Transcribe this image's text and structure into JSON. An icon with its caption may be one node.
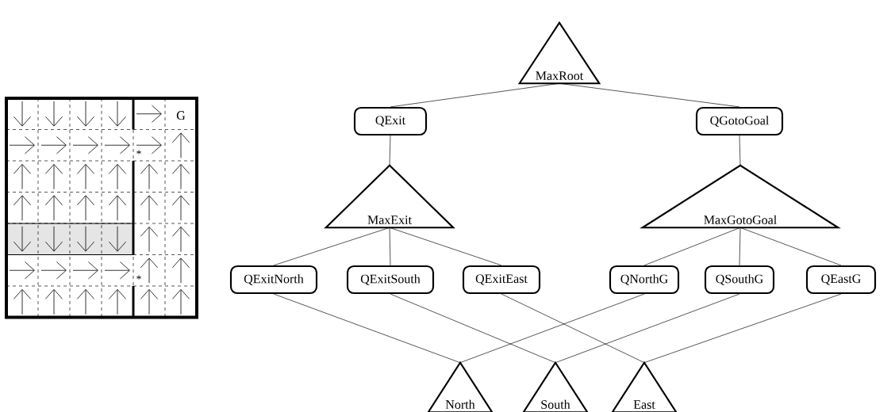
{
  "diagram": {
    "nodes": [
      {
        "text": [
          "MaxRoot"
        ]
      },
      {
        "text": [
          "QExit"
        ]
      },
      {
        "text": [
          "QGotoGoal"
        ]
      },
      {
        "text": [
          "MaxExit"
        ]
      },
      {
        "text": [
          "MaxGotoGoal"
        ]
      },
      {
        "text": [
          "QExitNorth"
        ]
      },
      {
        "text": [
          "QExitSouth"
        ]
      },
      {
        "text": [
          "QExitEast"
        ]
      },
      {
        "text": [
          "QNorthG"
        ]
      },
      {
        "text": [
          "QSouthG"
        ]
      },
      {
        "text": [
          "QEastG"
        ]
      },
      {
        "text": [
          "North"
        ]
      },
      {
        "text": [
          "South"
        ]
      },
      {
        "text": [
          "East"
        ]
      }
    ],
    "edges": [
      {
        "from": 0,
        "to": 1,
        "arrow": "none"
      },
      {
        "from": 0,
        "to": 2,
        "arrow": "none"
      },
      {
        "from": 1,
        "to": 3,
        "arrow": "none"
      },
      {
        "from": 2,
        "to": 4,
        "arrow": "none"
      },
      {
        "from": 3,
        "to": 5,
        "arrow": "none"
      },
      {
        "from": 3,
        "to": 6,
        "arrow": "none"
      },
      {
        "from": 3,
        "to": 7,
        "arrow": "none"
      },
      {
        "from": 4,
        "to": 8,
        "arrow": "none"
      },
      {
        "from": 4,
        "to": 9,
        "arrow": "none"
      },
      {
        "from": 4,
        "to": 10,
        "arrow": "none"
      },
      {
        "from": 5,
        "to": 11,
        "arrow": "none"
      },
      {
        "from": 6,
        "to": 12,
        "arrow": "none"
      },
      {
        "from": 7,
        "to": 13,
        "arrow": "none"
      },
      {
        "from": 8,
        "to": 11,
        "arrow": "none"
      },
      {
        "from": 9,
        "to": 12,
        "arrow": "none"
      },
      {
        "from": 10,
        "to": 13,
        "arrow": "none"
      }
    ],
    "labels": [
      "G",
      "*",
      "*"
    ]
  }
}
